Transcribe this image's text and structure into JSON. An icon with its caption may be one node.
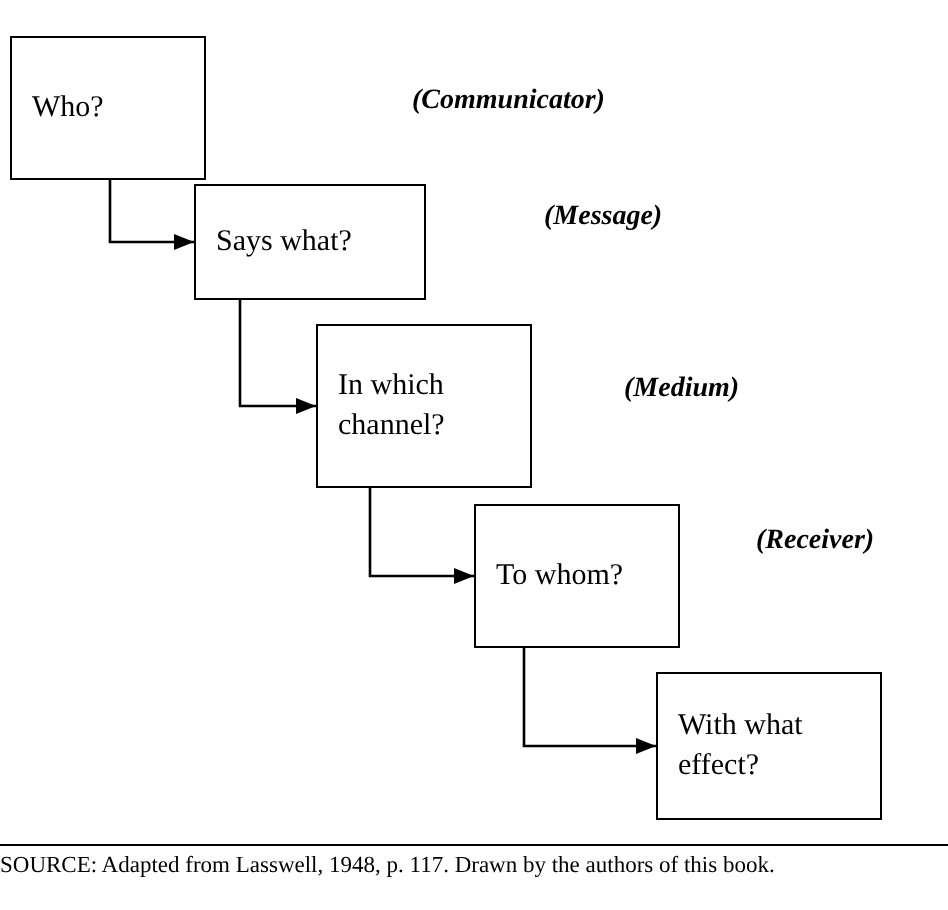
{
  "diagram": {
    "caption": "SOURCE: Adapted from Lasswell, 1948, p. 117. Drawn by the authors of this book.",
    "nodes": [
      {
        "text": [
          "Who?"
        ]
      },
      {
        "text": [
          "Says what?"
        ]
      },
      {
        "text": [
          "In which channel?"
        ]
      },
      {
        "text": [
          "To whom?"
        ]
      },
      {
        "text": [
          "With what effect?"
        ]
      }
    ],
    "edges": [
      {
        "from": 0,
        "to": 1,
        "arrow": "to"
      },
      {
        "from": 1,
        "to": 2,
        "arrow": "to"
      },
      {
        "from": 2,
        "to": 3,
        "arrow": "to"
      },
      {
        "from": 3,
        "to": 4,
        "arrow": "to"
      }
    ],
    "labels": [
      "(Communicator)",
      "(Message)",
      "(Medium)",
      "(Receiver)"
    ]
  }
}
